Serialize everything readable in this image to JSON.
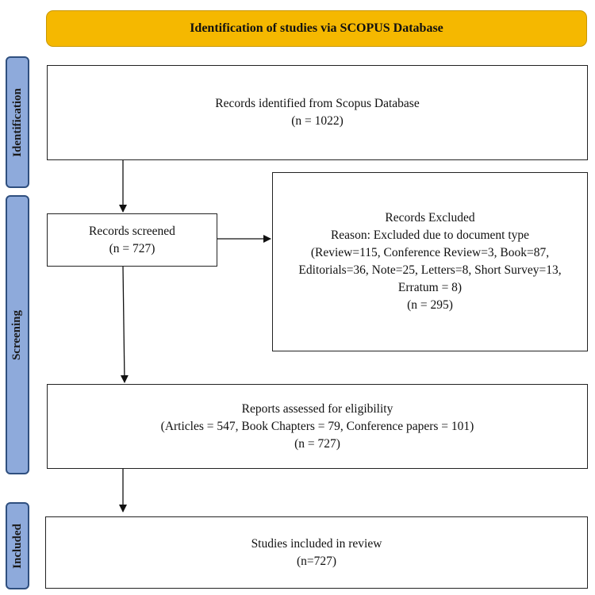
{
  "header": {
    "title": "Identification of studies via SCOPUS Database"
  },
  "phases": {
    "identification": "Identification",
    "screening": "Screening",
    "included": "Included"
  },
  "boxes": {
    "identified": {
      "line1": "Records identified from Scopus Database",
      "line2": "(n = 1022)"
    },
    "screened": {
      "line1": "Records screened",
      "line2": "(n = 727)"
    },
    "excluded": {
      "line1": "Records Excluded",
      "line2": "Reason: Excluded due to document type",
      "line3": "(Review=115, Conference Review=3, Book=87,",
      "line4": "Editorials=36, Note=25, Letters=8, Short Survey=13,",
      "line5": "Erratum = 8)",
      "line6": "(n = 295)"
    },
    "assessed": {
      "line1": "Reports assessed for eligibility",
      "line2": "(Articles = 547, Book Chapters = 79, Conference papers = 101)",
      "line3": "(n = 727)"
    },
    "included": {
      "line1": "Studies included in review",
      "line2": "(n=727)"
    }
  },
  "colors": {
    "title_bg": "#f5b800",
    "phase_bg": "#8eaadb",
    "phase_border": "#2f4f7f"
  }
}
